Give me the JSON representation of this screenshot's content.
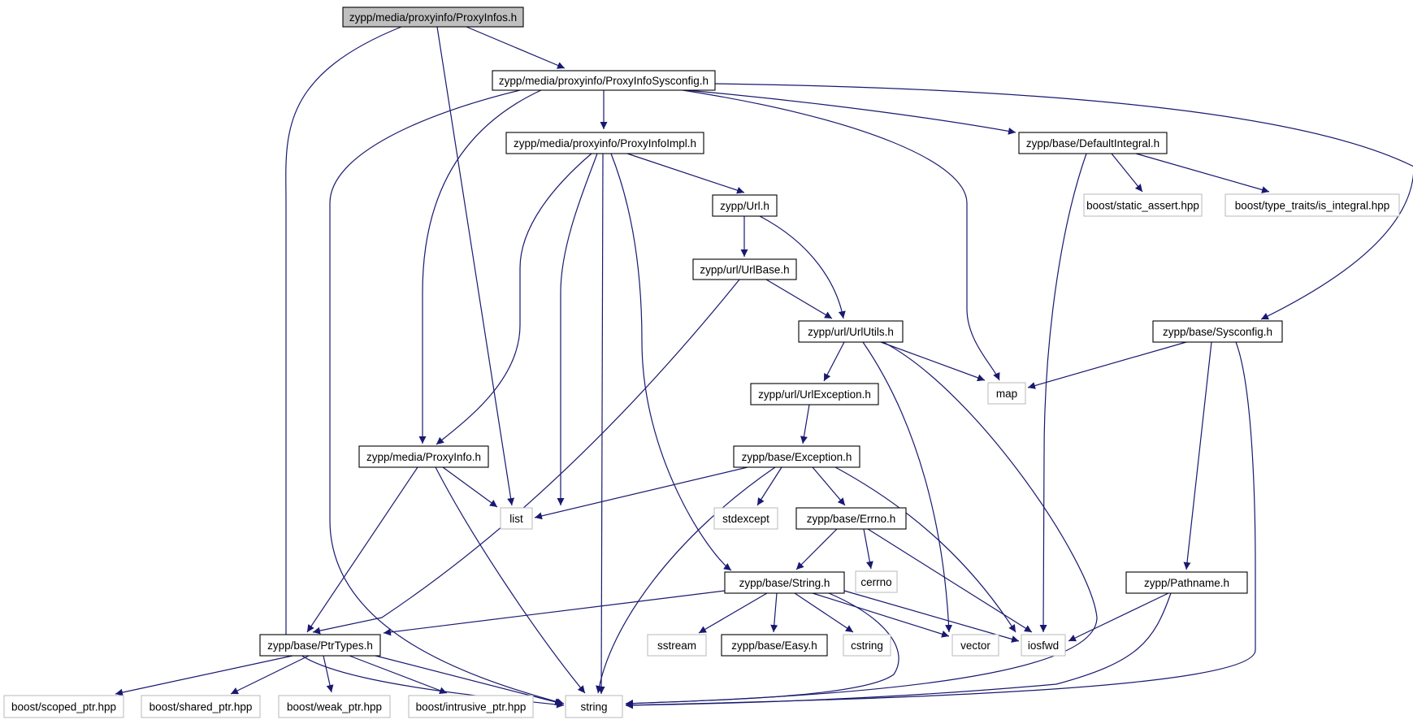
{
  "diagram": {
    "type": "include-dependency-graph",
    "nodes": [
      {
        "id": "root",
        "label": "zypp/media/proxyinfo/ProxyInfos.h",
        "kind": "root"
      },
      {
        "id": "sysconfig_pi",
        "label": "zypp/media/proxyinfo/ProxyInfoSysconfig.h",
        "kind": "project"
      },
      {
        "id": "impl",
        "label": "zypp/media/proxyinfo/ProxyInfoImpl.h",
        "kind": "project"
      },
      {
        "id": "defint",
        "label": "zypp/base/DefaultIntegral.h",
        "kind": "project"
      },
      {
        "id": "static_assert",
        "label": "boost/static_assert.hpp",
        "kind": "external"
      },
      {
        "id": "is_integral",
        "label": "boost/type_traits/is_integral.hpp",
        "kind": "external"
      },
      {
        "id": "url",
        "label": "zypp/Url.h",
        "kind": "project"
      },
      {
        "id": "urlbase",
        "label": "zypp/url/UrlBase.h",
        "kind": "project"
      },
      {
        "id": "urlutils",
        "label": "zypp/url/UrlUtils.h",
        "kind": "project"
      },
      {
        "id": "base_sysconfig",
        "label": "zypp/base/Sysconfig.h",
        "kind": "project"
      },
      {
        "id": "map",
        "label": "map",
        "kind": "external"
      },
      {
        "id": "urlexc",
        "label": "zypp/url/UrlException.h",
        "kind": "project"
      },
      {
        "id": "exception",
        "label": "zypp/base/Exception.h",
        "kind": "project"
      },
      {
        "id": "proxyinfo",
        "label": "zypp/media/ProxyInfo.h",
        "kind": "project"
      },
      {
        "id": "list",
        "label": "list",
        "kind": "external"
      },
      {
        "id": "stdexcept",
        "label": "stdexcept",
        "kind": "external"
      },
      {
        "id": "errno",
        "label": "zypp/base/Errno.h",
        "kind": "project"
      },
      {
        "id": "cerrno",
        "label": "cerrno",
        "kind": "external"
      },
      {
        "id": "string_h",
        "label": "zypp/base/String.h",
        "kind": "project"
      },
      {
        "id": "pathname",
        "label": "zypp/Pathname.h",
        "kind": "project"
      },
      {
        "id": "ptrtypes",
        "label": "zypp/base/PtrTypes.h",
        "kind": "project"
      },
      {
        "id": "sstream",
        "label": "sstream",
        "kind": "external"
      },
      {
        "id": "easy",
        "label": "zypp/base/Easy.h",
        "kind": "project"
      },
      {
        "id": "cstring",
        "label": "cstring",
        "kind": "external"
      },
      {
        "id": "vector",
        "label": "vector",
        "kind": "external"
      },
      {
        "id": "iosfwd",
        "label": "iosfwd",
        "kind": "external"
      },
      {
        "id": "scoped_ptr",
        "label": "boost/scoped_ptr.hpp",
        "kind": "external"
      },
      {
        "id": "shared_ptr",
        "label": "boost/shared_ptr.hpp",
        "kind": "external"
      },
      {
        "id": "weak_ptr",
        "label": "boost/weak_ptr.hpp",
        "kind": "external"
      },
      {
        "id": "intrusive_ptr",
        "label": "boost/intrusive_ptr.hpp",
        "kind": "external"
      },
      {
        "id": "string",
        "label": "string",
        "kind": "external"
      }
    ],
    "edges": [
      [
        "root",
        "sysconfig_pi"
      ],
      [
        "root",
        "list"
      ],
      [
        "root",
        "string"
      ],
      [
        "sysconfig_pi",
        "impl"
      ],
      [
        "sysconfig_pi",
        "defint"
      ],
      [
        "sysconfig_pi",
        "base_sysconfig"
      ],
      [
        "sysconfig_pi",
        "map"
      ],
      [
        "sysconfig_pi",
        "proxyinfo"
      ],
      [
        "sysconfig_pi",
        "string"
      ],
      [
        "impl",
        "url"
      ],
      [
        "impl",
        "proxyinfo"
      ],
      [
        "impl",
        "list"
      ],
      [
        "impl",
        "string"
      ],
      [
        "impl",
        "string_h"
      ],
      [
        "defint",
        "static_assert"
      ],
      [
        "defint",
        "is_integral"
      ],
      [
        "defint",
        "iosfwd"
      ],
      [
        "url",
        "urlbase"
      ],
      [
        "url",
        "urlutils"
      ],
      [
        "urlbase",
        "urlutils"
      ],
      [
        "urlbase",
        "ptrtypes"
      ],
      [
        "urlutils",
        "urlexc"
      ],
      [
        "urlutils",
        "map"
      ],
      [
        "urlutils",
        "vector"
      ],
      [
        "urlutils",
        "string"
      ],
      [
        "base_sysconfig",
        "map"
      ],
      [
        "base_sysconfig",
        "pathname"
      ],
      [
        "base_sysconfig",
        "string"
      ],
      [
        "urlexc",
        "exception"
      ],
      [
        "exception",
        "list"
      ],
      [
        "exception",
        "stdexcept"
      ],
      [
        "exception",
        "errno"
      ],
      [
        "exception",
        "iosfwd"
      ],
      [
        "exception",
        "string"
      ],
      [
        "proxyinfo",
        "list"
      ],
      [
        "proxyinfo",
        "ptrtypes"
      ],
      [
        "proxyinfo",
        "string"
      ],
      [
        "errno",
        "string_h"
      ],
      [
        "errno",
        "cerrno"
      ],
      [
        "errno",
        "iosfwd"
      ],
      [
        "string_h",
        "ptrtypes"
      ],
      [
        "string_h",
        "sstream"
      ],
      [
        "string_h",
        "easy"
      ],
      [
        "string_h",
        "cstring"
      ],
      [
        "string_h",
        "vector"
      ],
      [
        "string_h",
        "iosfwd"
      ],
      [
        "string_h",
        "string"
      ],
      [
        "pathname",
        "iosfwd"
      ],
      [
        "pathname",
        "string"
      ],
      [
        "ptrtypes",
        "scoped_ptr"
      ],
      [
        "ptrtypes",
        "shared_ptr"
      ],
      [
        "ptrtypes",
        "weak_ptr"
      ],
      [
        "ptrtypes",
        "intrusive_ptr"
      ],
      [
        "ptrtypes",
        "string"
      ]
    ],
    "colors": {
      "edge": "#191970",
      "root_fill": "#bfbfbf",
      "project_border": "#000000",
      "external_border": "#bfbfbf"
    }
  }
}
